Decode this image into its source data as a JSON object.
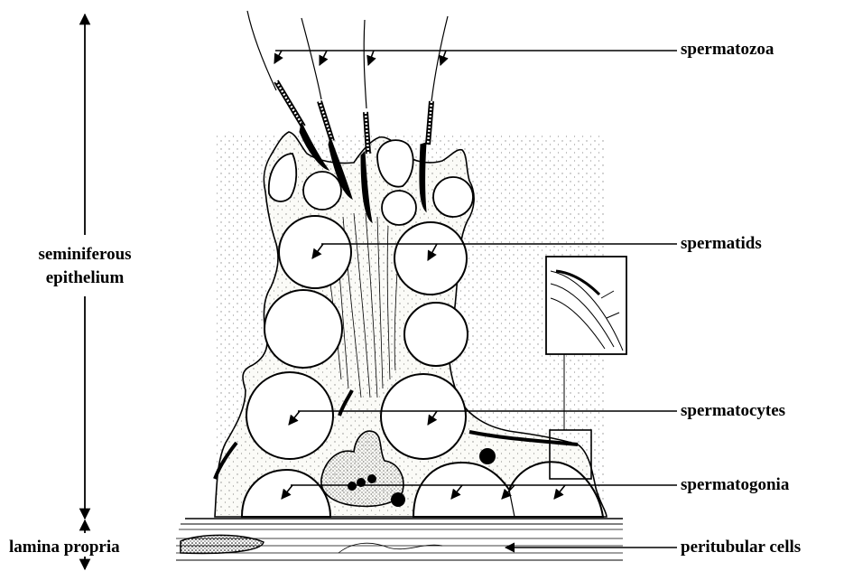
{
  "labels": {
    "spermatozoa": "spermatozoa",
    "spermatids": "spermatids",
    "spermatocytes": "spermatocytes",
    "spermatogonia": "spermatogonia",
    "peritubular_cells": "peritubular cells",
    "seminiferous_epithelium_line1": "seminiferous",
    "seminiferous_epithelium_line2": "epithelium",
    "lamina_propria": "lamina propria"
  },
  "colors": {
    "ink": "#000000",
    "cytoplasm_fill": "#fbfbf7",
    "background": "#ffffff"
  }
}
